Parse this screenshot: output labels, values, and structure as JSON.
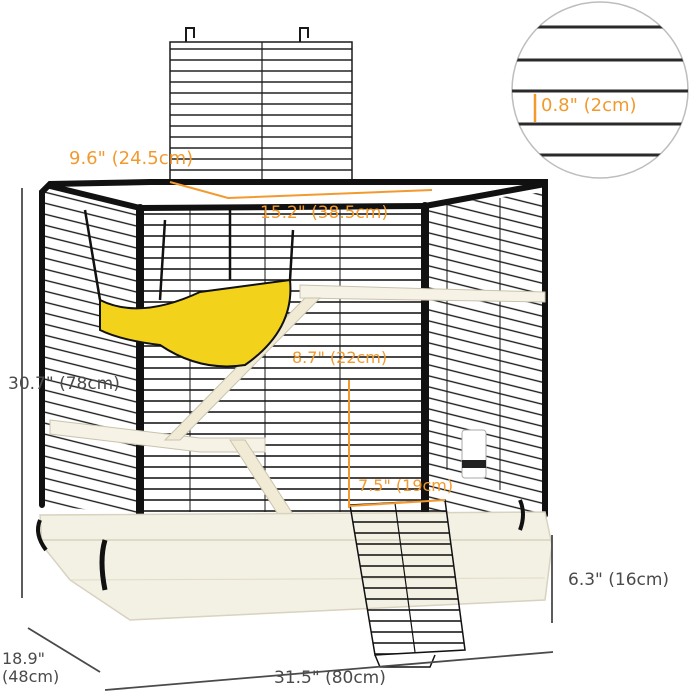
{
  "product": {
    "subject": "Small animal cage with hammock, ramps and platforms",
    "colors": {
      "frame": "#111111",
      "base": "#f3f0e4",
      "hammock": "#f2d21a",
      "dimension_orange": "#f39a2e",
      "dimension_gray": "#4a4a4a"
    }
  },
  "dimensions": {
    "bar_spacing": "0.8\" (2cm)",
    "top_door_depth": "9.6\" (24.5cm)",
    "top_door_width": "15.2\" (38.5cm)",
    "total_height": "30.7\" (78cm)",
    "inner_platform_height": "8.7\" (22cm)",
    "front_door_width": "7.5\" (19cm)",
    "base_height": "6.3\" (16cm)",
    "depth": "18.9\"\n(48cm)",
    "width": "31.5\" (80cm)"
  },
  "inset": {
    "label": "bar-spacing-detail"
  }
}
